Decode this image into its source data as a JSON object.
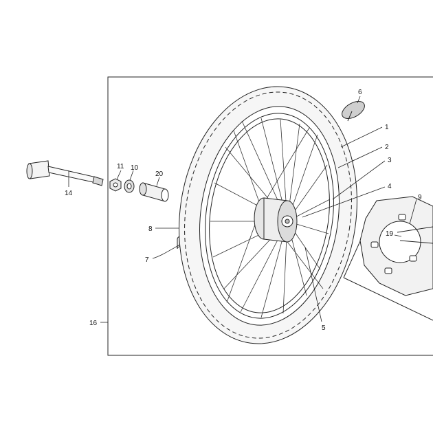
{
  "diagram": {
    "frame_label": "16",
    "callouts": [
      {
        "id": "c1",
        "text": "1"
      },
      {
        "id": "c2",
        "text": "2"
      },
      {
        "id": "c3",
        "text": "3"
      },
      {
        "id": "c4",
        "text": "4"
      },
      {
        "id": "c5",
        "text": "5"
      },
      {
        "id": "c6",
        "text": "6"
      },
      {
        "id": "c7",
        "text": "7"
      },
      {
        "id": "c8",
        "text": "8"
      },
      {
        "id": "c9",
        "text": "9"
      },
      {
        "id": "c10",
        "text": "10"
      },
      {
        "id": "c11",
        "text": "11"
      },
      {
        "id": "c14",
        "text": "14"
      },
      {
        "id": "c19",
        "text": "19"
      },
      {
        "id": "c20",
        "text": "20"
      }
    ]
  }
}
